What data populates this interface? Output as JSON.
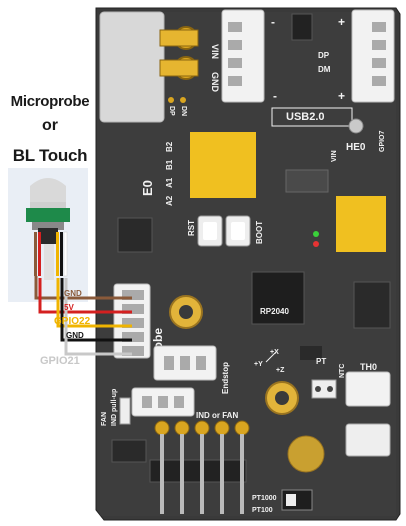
{
  "heading": {
    "line1": "Microprobe",
    "line2": "or",
    "line3": "BL Touch"
  },
  "wires": [
    {
      "label": "GND",
      "color": "#8a5a3a"
    },
    {
      "label": "5V",
      "color": "#d42020"
    },
    {
      "label": "GPIO22",
      "color": "#f0b400"
    },
    {
      "label": "GND",
      "color": "#111111"
    },
    {
      "label": "GPIO21",
      "color": "#c8c8c8"
    }
  ],
  "board_labels": {
    "vin_top": "VIN",
    "gnd_top": "GND",
    "dp_dm": "DP DM",
    "dp": "DP",
    "dm": "DM",
    "minus1": "-",
    "plus1": "+",
    "minus2": "-",
    "plus2": "+",
    "usb": "USB2.0",
    "he0": "HE0",
    "gpio7": "GPIO7",
    "vin_mid": "VIN",
    "dp_small": "DP",
    "dn_small": "DN",
    "e0": "E0",
    "b2": "B2",
    "b1": "B1",
    "a1": "A1",
    "a2": "A2",
    "rst": "RST",
    "boot": "BOOT",
    "rp2040": "RP2040",
    "probe": "Probe",
    "endstop": "Endstop",
    "plus_y": "+Y",
    "plus_x": "+X",
    "plus_z": "+Z",
    "pt": "PT",
    "ntc": "NTC",
    "th0": "TH0",
    "fan": "FAN",
    "ind_pullup": "IND pull-up",
    "ind_or_fan": "IND or FAN",
    "pt1000": "PT1000",
    "pt100": "PT100"
  }
}
